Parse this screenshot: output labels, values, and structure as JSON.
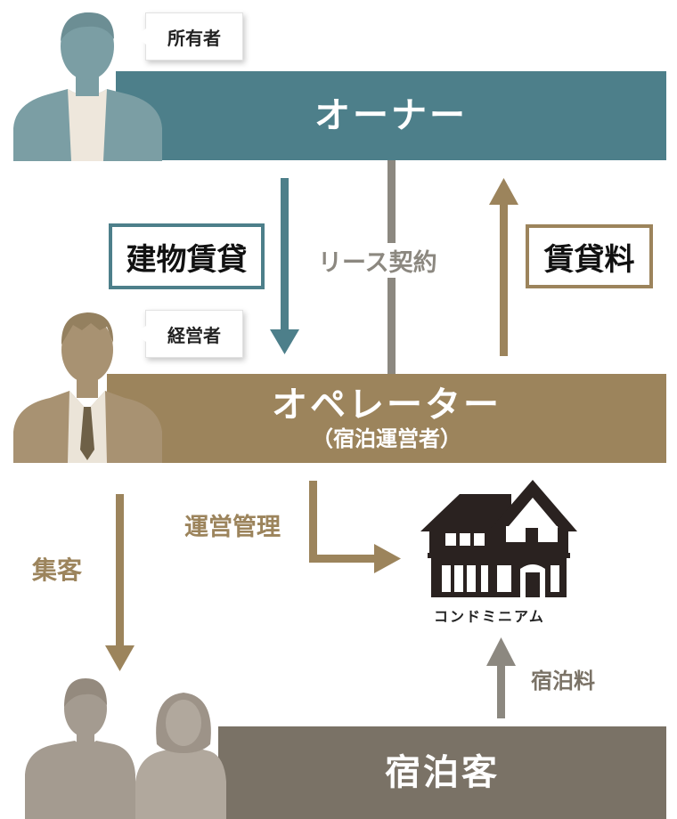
{
  "owner": {
    "title": "オーナー",
    "bubble": "所有者"
  },
  "operator": {
    "title": "オペレーター",
    "subtitle": "（宿泊運営者）",
    "bubble": "経営者"
  },
  "guest": {
    "title": "宿泊客"
  },
  "flows": {
    "building_lease": "建物賃貸",
    "lease_contract": "リース契約",
    "rent": "賃貸料",
    "management": "運営管理",
    "customer_acquisition": "集客",
    "stay_fee": "宿泊料"
  },
  "condominium": {
    "label": "コンドミニアム",
    "icon": "house-icon"
  },
  "icons": [
    "owner-person-icon",
    "operator-person-icon",
    "guest-people-icon",
    "house-icon",
    "arrow-down-icon",
    "arrow-up-icon",
    "arrow-right-icon"
  ],
  "colors": {
    "owner": "#4d7f8a",
    "operator": "#9c845c",
    "guest": "#7a7266",
    "lease_line": "#8c8880",
    "house": "#2a2220"
  }
}
